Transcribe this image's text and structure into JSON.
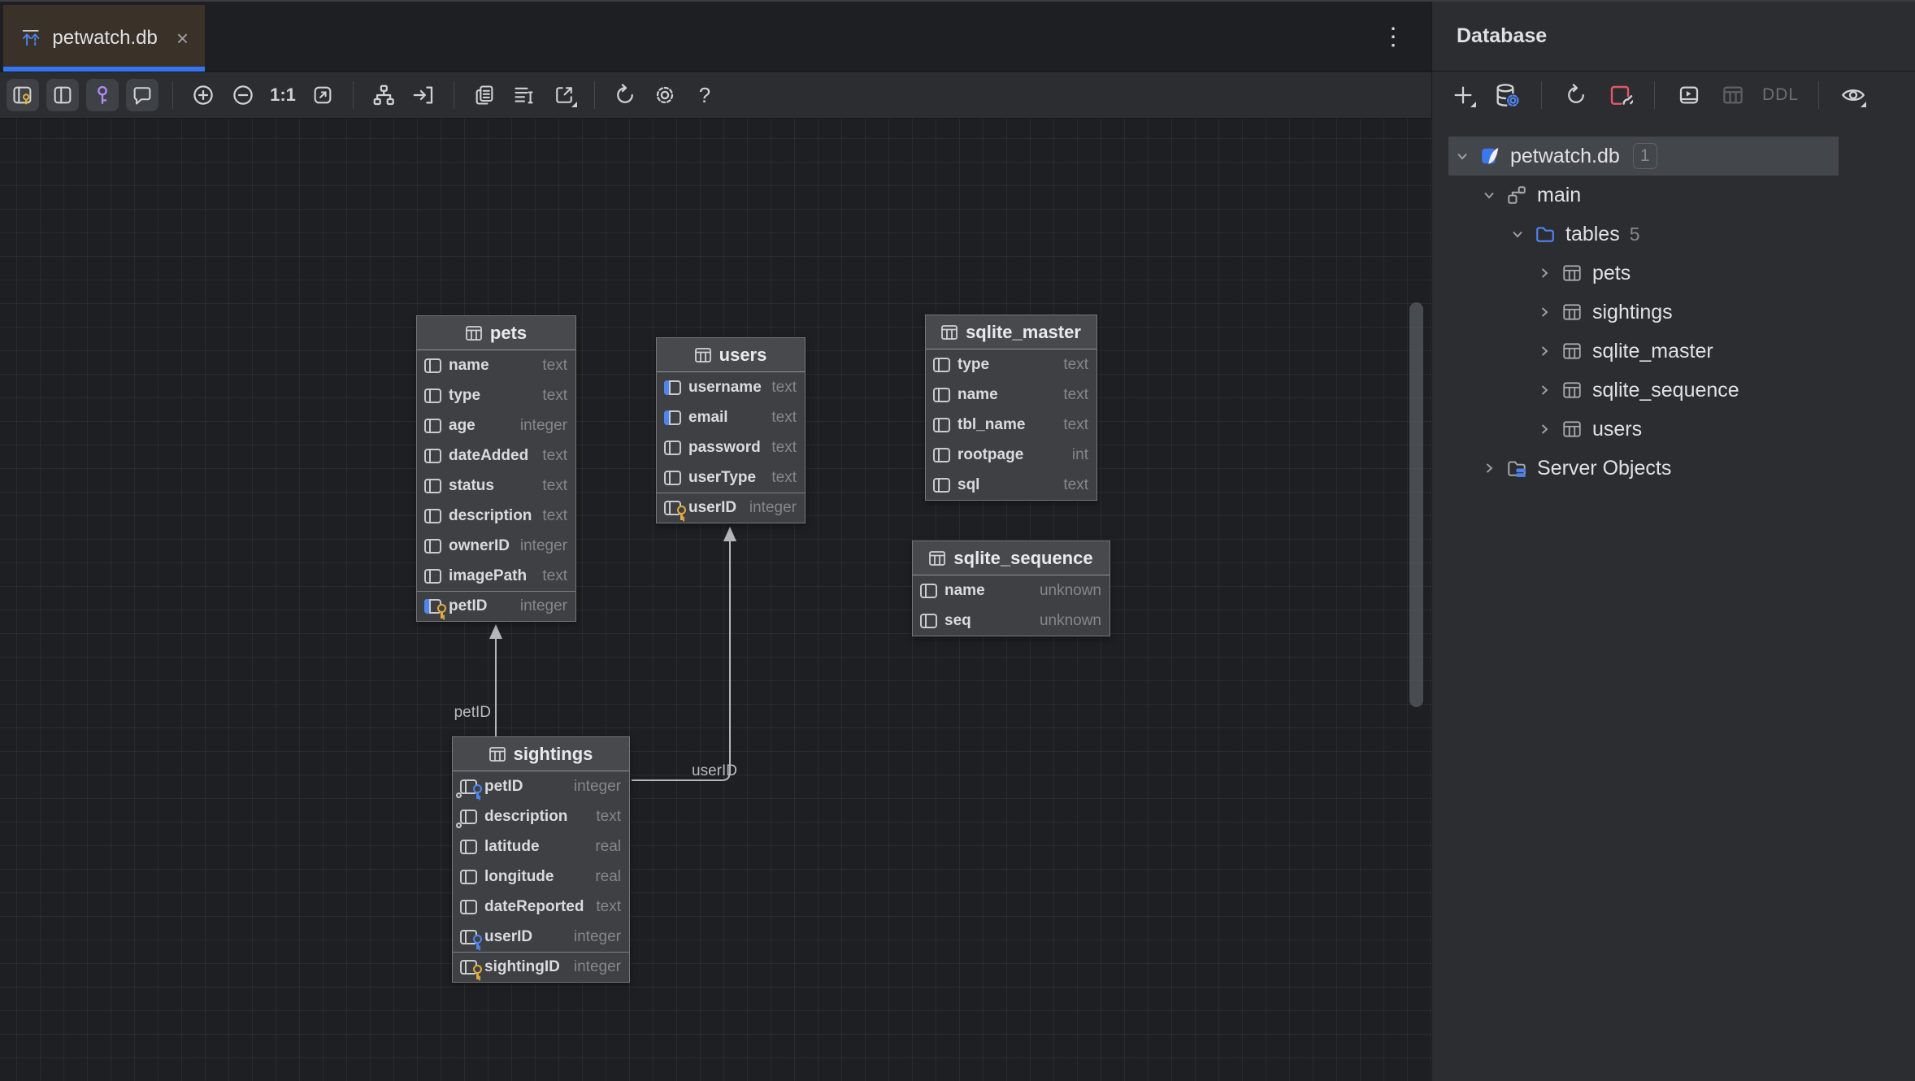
{
  "window": {
    "tab_title": "petwatch.db",
    "close_glyph": "×",
    "overflow_menu_glyph": "⋮"
  },
  "editor_toolbar": {
    "actual_size_label": "1:1",
    "help_label": "?"
  },
  "icons": {
    "tab-icon": "double-blue-up-arrows-under-line",
    "toggles": [
      "key-columns-pane-icon (gold key)",
      "two-pane-icon",
      "key-icon (purple)",
      "comment-bubble-icon"
    ],
    "zoom": [
      "zoom-in-circle-plus",
      "zoom-out-circle-minus",
      "actual-size-1:1",
      "fit-content-frame-arrow"
    ],
    "layout": [
      "org-chart-icon",
      "arrow-into-bracket-icon"
    ],
    "misc": [
      "copy-icon",
      "list-cursor-icon",
      "export-icon",
      "refresh-icon",
      "gear-icon",
      "question-mark"
    ],
    "panel": [
      "plus-icon",
      "database-gear-icon",
      "refresh-icon",
      "disconnect-red-plug-icon",
      "query-console-icon",
      "table-icon",
      "DDL",
      "eye-icon"
    ],
    "tree": [
      "chevron-down",
      "chevron-right",
      "sqlite-file-icon",
      "schema-icon",
      "folder-icon-blue",
      "table-grid-icon",
      "folder-server-icon"
    ]
  },
  "diagram": {
    "edges": [
      {
        "label": "petID"
      },
      {
        "label": "userID"
      }
    ],
    "tables": [
      {
        "name": "pets",
        "columns": [
          {
            "name": "name",
            "type": "text"
          },
          {
            "name": "type",
            "type": "text"
          },
          {
            "name": "age",
            "type": "integer"
          },
          {
            "name": "dateAdded",
            "type": "text"
          },
          {
            "name": "status",
            "type": "text"
          },
          {
            "name": "description",
            "type": "text"
          },
          {
            "name": "ownerID",
            "type": "integer"
          },
          {
            "name": "imagePath",
            "type": "text"
          },
          {
            "name": "petID",
            "type": "integer"
          }
        ]
      },
      {
        "name": "users",
        "columns": [
          {
            "name": "username",
            "type": "text"
          },
          {
            "name": "email",
            "type": "text"
          },
          {
            "name": "password",
            "type": "text"
          },
          {
            "name": "userType",
            "type": "text"
          },
          {
            "name": "userID",
            "type": "integer"
          }
        ]
      },
      {
        "name": "sqlite_master",
        "columns": [
          {
            "name": "type",
            "type": "text"
          },
          {
            "name": "name",
            "type": "text"
          },
          {
            "name": "tbl_name",
            "type": "text"
          },
          {
            "name": "rootpage",
            "type": "int"
          },
          {
            "name": "sql",
            "type": "text"
          }
        ]
      },
      {
        "name": "sqlite_sequence",
        "columns": [
          {
            "name": "name",
            "type": "unknown"
          },
          {
            "name": "seq",
            "type": "unknown"
          }
        ]
      },
      {
        "name": "sightings",
        "columns": [
          {
            "name": "petID",
            "type": "integer"
          },
          {
            "name": "description",
            "type": "text"
          },
          {
            "name": "latitude",
            "type": "real"
          },
          {
            "name": "longitude",
            "type": "real"
          },
          {
            "name": "dateReported",
            "type": "text"
          },
          {
            "name": "userID",
            "type": "integer"
          },
          {
            "name": "sightingID",
            "type": "integer"
          }
        ]
      }
    ]
  },
  "database_panel": {
    "title": "Database",
    "toolbar": {
      "ddl_label": "DDL"
    },
    "tree": {
      "root": {
        "label": "petwatch.db",
        "badge": "1"
      },
      "schema": {
        "label": "main"
      },
      "tables_folder": {
        "label": "tables",
        "count": "5"
      },
      "tables": [
        {
          "label": "pets"
        },
        {
          "label": "sightings"
        },
        {
          "label": "sqlite_master"
        },
        {
          "label": "sqlite_sequence"
        },
        {
          "label": "users"
        }
      ],
      "server_objects": {
        "label": "Server Objects"
      }
    }
  }
}
